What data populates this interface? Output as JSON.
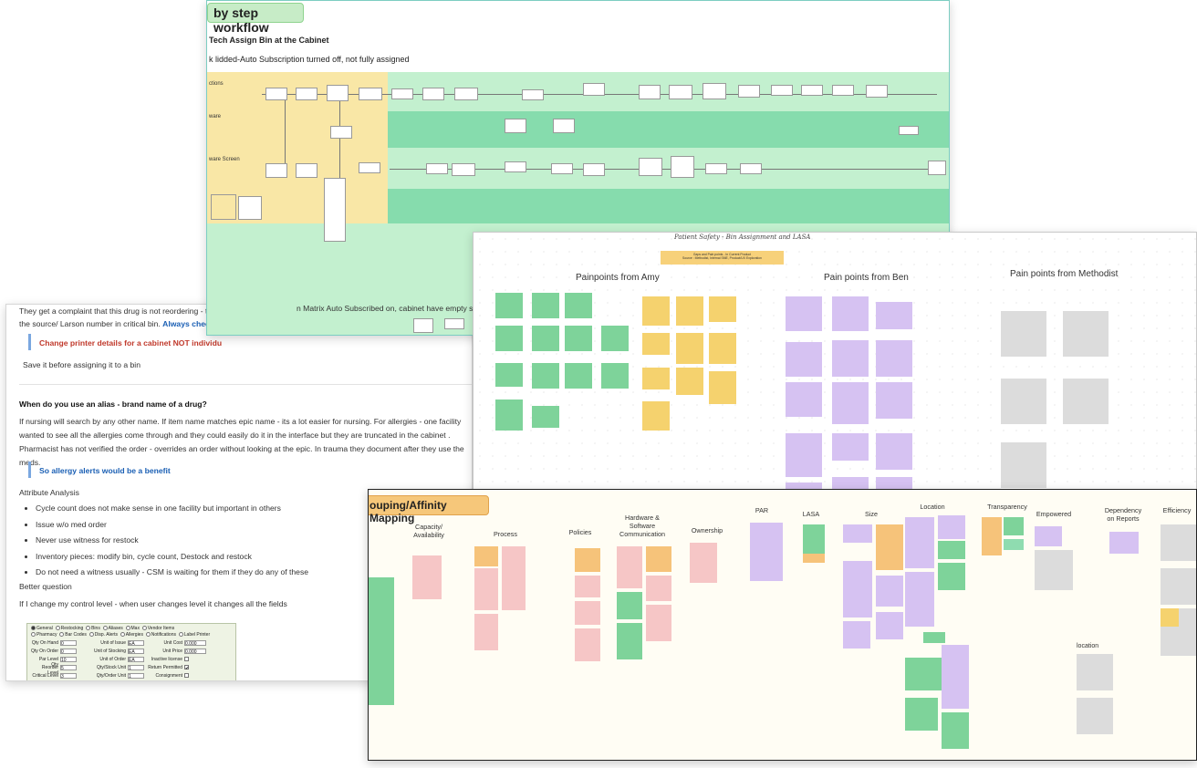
{
  "workflow": {
    "title": "by step workflow",
    "section_heading": "Tech Assign Bin at the Cabinet",
    "subheading": "k lidded-Auto Subscription turned off, not fully assigned",
    "lanes": [
      "ctions",
      "ware",
      "ware Screen"
    ],
    "colors": {
      "lane_yellow": "#f9e7a6",
      "lane_green": "#c3f0cf",
      "lane_dark": "#86dcad",
      "border": "#7ccdc2"
    }
  },
  "document": {
    "para1_line1": "They get a complaint that this drug is not reordering - they",
    "para1_line2": "the source/ Larson number in critical bin.",
    "para1_bold_link": "Always check a",
    "red_callout": "Change printer details for a cabinet NOT individu",
    "save_line": "Save it before assigning it to a bin",
    "heading_alias": "When do you use an alias - brand name of a drug?",
    "para2": "If nursing will search by any other name. If item name matches epic name - its a lot easier for nursing. For allergies - one facility wanted to see all the allergies come through and they could easily do it in the interface but they are truncated in the cabinet . Pharmacist has not verified the order - overrides an order without looking at the epic. In trauma they document after they use the meds.",
    "blue_callout": "So allergy alerts would be a benefit",
    "attr_heading": "Attribute Analysis",
    "bullets": [
      "Cycle count does not make sense in one facility but important in others",
      "Issue w/o med order",
      "Never use witness for restock",
      "Inventory pieces: modify bin, cycle count, Destock and restock",
      "Do not need a witness usually - CSM is waiting for them if they do any of these"
    ],
    "better_question": "Better question",
    "control_level": "If I change my control level - when user changes level it changes all the fields",
    "overlay_text": "n Matrix Auto Subscribed on, cabinet have empty space, fully-assigned cabinet"
  },
  "settings_panel": {
    "tabs": [
      "General",
      "Restocking",
      "Bins",
      "Aliases",
      "Max",
      "Vendor Items",
      "Pharmacy",
      "Bar Codes",
      "Disp. Alerts",
      "Allergies",
      "Notifications",
      "Label Printer"
    ],
    "fields": [
      {
        "label": "Qty On Hand",
        "value": "0",
        "label2": "Unit of Issue",
        "value2": "EA",
        "label3": "Unit Cost",
        "value3": "0.000"
      },
      {
        "label": "Qty On Order",
        "value": "0",
        "label2": "Unit of Stocking",
        "value2": "EA",
        "label3": "Unit Price",
        "value3": "0.000"
      },
      {
        "label": "Par Level Qty",
        "value": "10",
        "label2": "Unit of Order",
        "value2": "EA",
        "label3": "Inactive license",
        "value3": ""
      },
      {
        "label": "Reorder Level",
        "value": "5",
        "label2": "Qty/Stock Unit",
        "value2": "1",
        "label3": "Return Permitted",
        "value3": "✔"
      },
      {
        "label": "Critical Level",
        "value": "3",
        "label2": "Qty/Order Unit",
        "value2": "1",
        "label3": "Consignment",
        "value3": ""
      }
    ]
  },
  "patient_safety": {
    "handwritten_title": "Patient Safety - Bin Assignment and LASA",
    "banner": "Gaps and Pain points - In Current Product\nSource : Methodist, Internal SME, Product/UX Exploration",
    "columns": [
      "Painpoints from Amy",
      "Pain points from Ben",
      "Pain points from Methodist"
    ]
  },
  "affinity": {
    "title": "ouping/Affinity Mapping",
    "categories": [
      "Capacity/ Availability",
      "Process",
      "Policies",
      "Hardware & Software Communication",
      "Ownership",
      "PAR",
      "LASA",
      "Size",
      "Location",
      "Transparency",
      "Empowered",
      "Dependency on Reports",
      "Efficiency"
    ],
    "sub_location": "location"
  }
}
